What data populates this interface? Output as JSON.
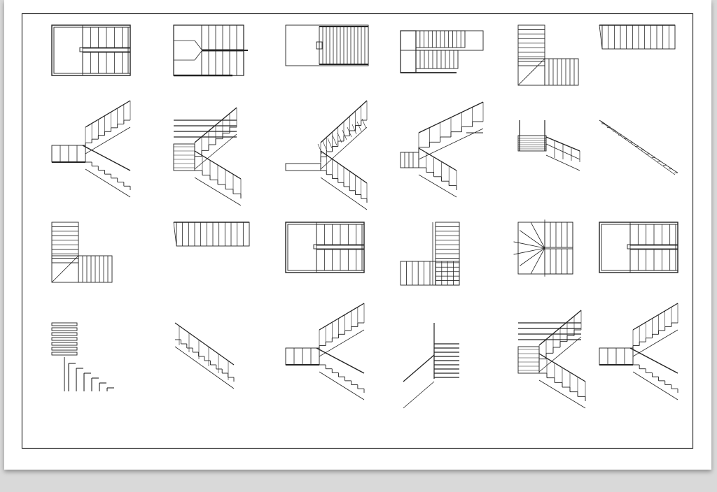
{
  "sheet": {
    "title": "",
    "line_color": "#222222",
    "background": "#d9d9d9"
  },
  "drawings": [
    {
      "type": "u-plan",
      "view": "plan"
    },
    {
      "type": "u-plan-winder",
      "view": "plan"
    },
    {
      "type": "straight-plan-landing",
      "view": "plan"
    },
    {
      "type": "u-plan-offset",
      "view": "plan"
    },
    {
      "type": "l-plan",
      "view": "plan"
    },
    {
      "type": "straight-plan",
      "view": "plan"
    },
    {
      "type": "u-elevation",
      "view": "elevation"
    },
    {
      "type": "u-elevation-rails",
      "view": "elevation"
    },
    {
      "type": "u-elevation-ornate",
      "view": "elevation"
    },
    {
      "type": "u-elevation-glass",
      "view": "elevation"
    },
    {
      "type": "straight-elevation-landing",
      "view": "elevation"
    },
    {
      "type": "straight-elevation-open",
      "view": "elevation"
    },
    {
      "type": "l-plan",
      "view": "plan"
    },
    {
      "type": "straight-plan",
      "view": "plan"
    },
    {
      "type": "u-plan",
      "view": "plan"
    },
    {
      "type": "l-plan-reverse",
      "view": "plan"
    },
    {
      "type": "winder-plan",
      "view": "plan"
    },
    {
      "type": "u-plan",
      "view": "plan"
    },
    {
      "type": "cantilever-elevation",
      "view": "elevation"
    },
    {
      "type": "straight-elevation-rail",
      "view": "elevation"
    },
    {
      "type": "u-elevation",
      "view": "elevation"
    },
    {
      "type": "l-elevation",
      "view": "elevation"
    },
    {
      "type": "u-elevation-rails",
      "view": "elevation"
    },
    {
      "type": "u-elevation",
      "view": "elevation"
    }
  ]
}
